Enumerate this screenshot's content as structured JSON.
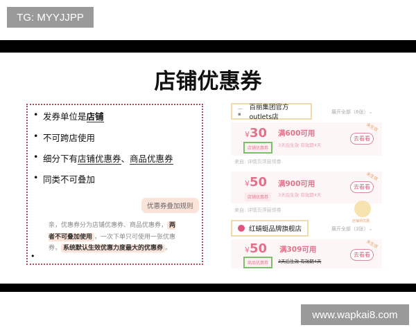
{
  "watermark_top": "TG: MYYJJPP",
  "watermark_bottom": "www.wapkai8.com",
  "title": "店铺优惠券",
  "bullets": {
    "b1_pre": "发券单位是",
    "b1_ul": "店铺",
    "b2": "不可跨店使用",
    "b3_pre": "细分下有",
    "b3_ul1": "店铺优惠券",
    "b3_sep": "、",
    "b3_ul2": "商品优惠券",
    "b4": "同类不可叠加"
  },
  "chat": {
    "chip": "优惠券叠加规则",
    "p1": "亲，优惠券分为店铺优惠券、商品优惠券，",
    "h1": "两者不可叠加使用",
    "p2": "，一次下单只可使用一张优惠券，",
    "h2": "系统默认生效优惠力度最大的优惠券",
    "p3": "。"
  },
  "stores": [
    {
      "name": "百丽集团官方outlets店",
      "expand": "展开全部（6张）⌄"
    },
    {
      "name": "红蜻蜓品牌旗舰店",
      "expand": "展开全部（3张）⌄"
    }
  ],
  "coupons": [
    {
      "currency": "¥",
      "amount": "30",
      "condition": "满600可用",
      "validity": "3天后生效 有效期4天",
      "tag": "店铺优惠券",
      "button": "去看看",
      "badge": "未生效",
      "from": "来自: 详情页浮层领券"
    },
    {
      "currency": "¥",
      "amount": "50",
      "condition": "满900可用",
      "validity": "3天后生效 有效期4天",
      "tag": "店铺优惠券",
      "button": "去看看",
      "badge": "未生效",
      "from": "来自: 详情页浮层领券"
    },
    {
      "currency": "¥",
      "amount": "50",
      "condition": "满309可用",
      "validity": "3天后生效 有效期4天",
      "tag": "商品优惠券",
      "button": "去看看",
      "badge": "未生效"
    }
  ],
  "mascot_label": "店铺领优惠"
}
